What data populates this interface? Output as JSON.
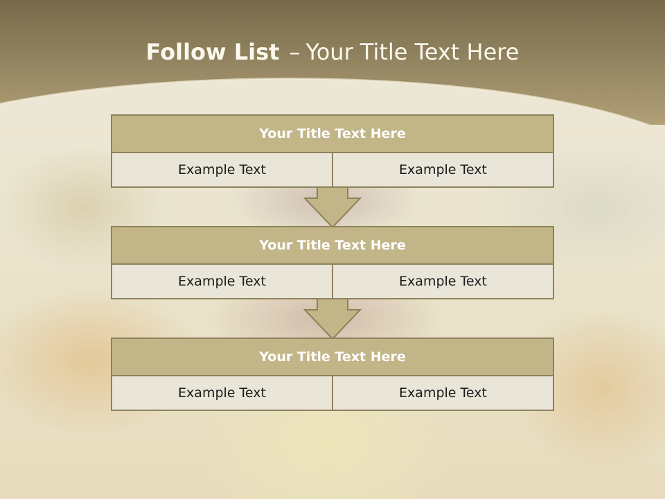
{
  "slide": {
    "title_bold": "Follow List",
    "title_dash": "–",
    "title_rest": "Your Title Text Here"
  },
  "blocks": [
    {
      "title": "Your Title Text Here",
      "left": "Example Text",
      "right": "Example Text"
    },
    {
      "title": "Your Title Text Here",
      "left": "Example Text",
      "right": "Example Text"
    },
    {
      "title": "Your Title Text Here",
      "left": "Example Text",
      "right": "Example Text"
    }
  ],
  "colors": {
    "header_top": "#766a4a",
    "header_bottom": "#b4a37a",
    "block_title_fill": "#c2b588",
    "cell_fill": "#e9e5d9",
    "border": "#8f815a"
  }
}
